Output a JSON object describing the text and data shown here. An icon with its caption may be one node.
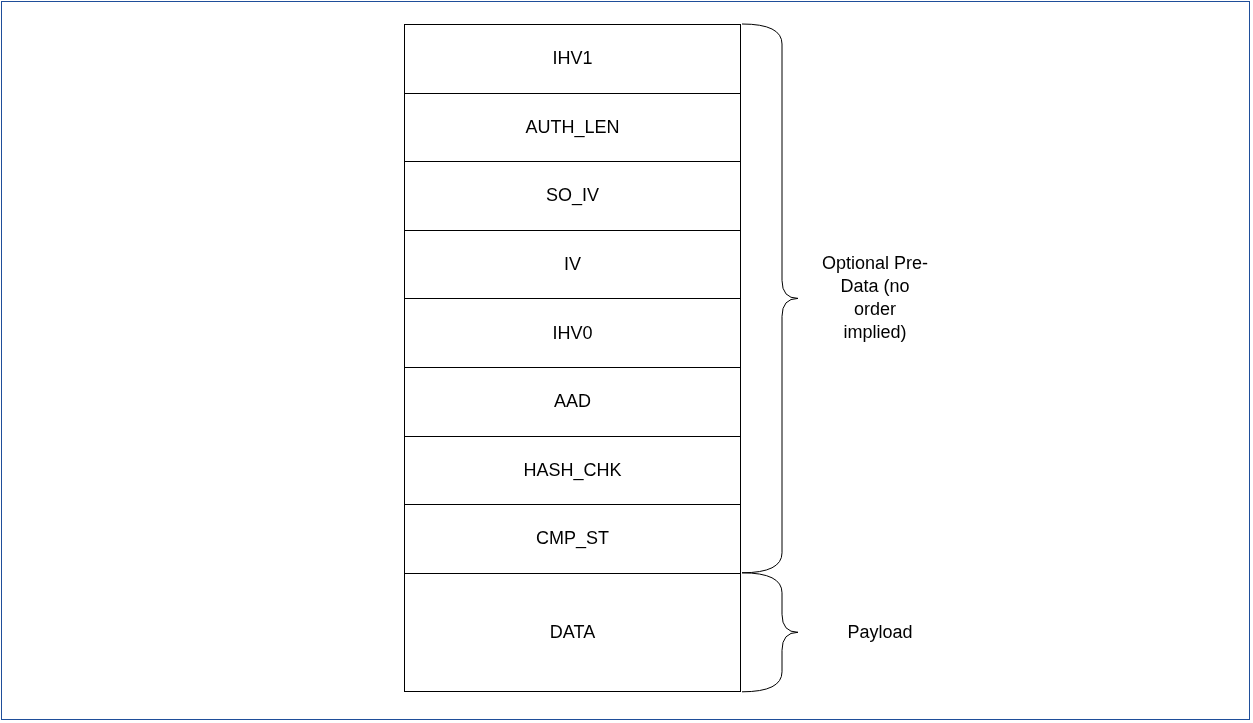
{
  "diagram": {
    "nodes": [
      {
        "text": [
          "IHV1"
        ]
      },
      {
        "text": [
          "AUTH_LEN"
        ]
      },
      {
        "text": [
          "SO_IV"
        ]
      },
      {
        "text": [
          "IV"
        ]
      },
      {
        "text": [
          "IHV0"
        ]
      },
      {
        "text": [
          "AAD"
        ]
      },
      {
        "text": [
          "HASH_CHK"
        ]
      },
      {
        "text": [
          "CMP_ST"
        ]
      },
      {
        "text": [
          "DATA"
        ]
      }
    ],
    "labels": [
      "Optional Pre-Data (no order implied)",
      "Payload"
    ]
  }
}
